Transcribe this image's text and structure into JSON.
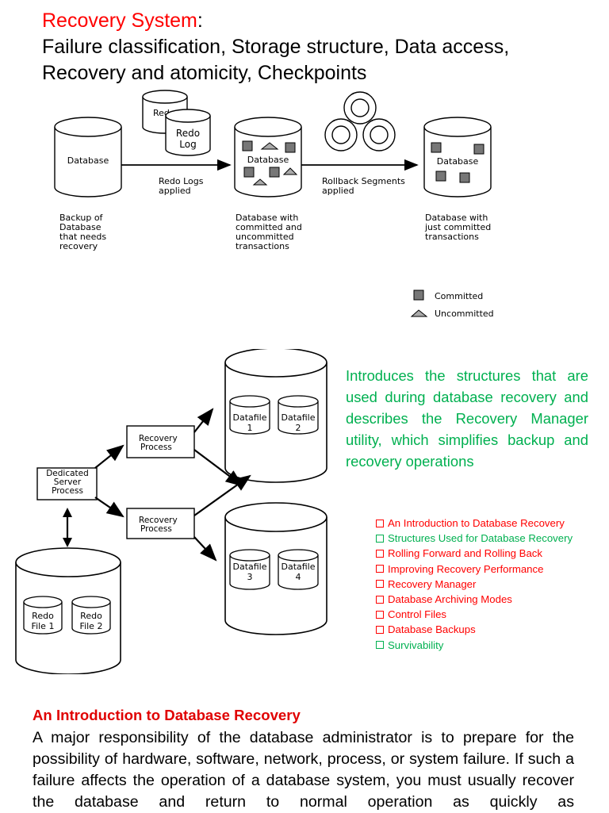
{
  "title": {
    "prefix": "Recovery System",
    "colon": ":",
    "line2": "Failure classification, Storage structure, Data access,",
    "line3": "Recovery and atomicity, Checkpoints"
  },
  "diagram1": {
    "redo_log_back": "Redo Log",
    "redo_log_front_1": "Redo",
    "redo_log_front_2": "Log",
    "db1": "Database",
    "db2": "Database",
    "db3": "Database",
    "arrow1_line1": "Redo Logs",
    "arrow1_line2": "applied",
    "arrow2_line1": "Rollback Segments",
    "arrow2_line2": "applied",
    "caption1": [
      "Backup of",
      "Database",
      "that needs",
      "recovery"
    ],
    "caption2": [
      "Database with",
      "committed and",
      "uncommitted",
      "transactions"
    ],
    "caption3": [
      "Database with",
      "just committed",
      "transactions"
    ],
    "legend_committed": "Committed",
    "legend_uncommitted": "Uncommitted"
  },
  "diagram2": {
    "dedicated_1": "Dedicated",
    "dedicated_2": "Server",
    "dedicated_3": "Process",
    "recovery_1": "Recovery",
    "recovery_2": "Process",
    "datafile": "Datafile",
    "df1": "1",
    "df2": "2",
    "df3": "3",
    "df4": "4",
    "redo": "Redo",
    "file1": "File 1",
    "file2": "File 2"
  },
  "intro": "Introduces the structures that are used during database recovery and describes the Recovery Manager utility, which simplifies backup and recovery operations",
  "topics": [
    {
      "label": "An Introduction to Database Recovery",
      "color": "#ff0000"
    },
    {
      "label": "Structures Used for Database Recovery",
      "color": "#00b050"
    },
    {
      "label": "Rolling Forward and Rolling Back",
      "color": "#ff0000"
    },
    {
      "label": "Improving Recovery Performance",
      "color": "#ff0000"
    },
    {
      "label": "Recovery Manager",
      "color": "#ff0000"
    },
    {
      "label": "Database Archiving Modes",
      "color": "#ff0000"
    },
    {
      "label": "Control Files",
      "color": "#ff0000"
    },
    {
      "label": "Database Backups",
      "color": "#ff0000"
    },
    {
      "label": "Survivability",
      "color": "#00b050"
    }
  ],
  "section_heading": "An Introduction to Database Recovery",
  "body": "A major responsibility of the database administrator is to prepare for the possibility of hardware, software, network, process, or system failure. If such a failure affects the operation of a database system, you must usually recover the database and return to normal operation as quickly as"
}
